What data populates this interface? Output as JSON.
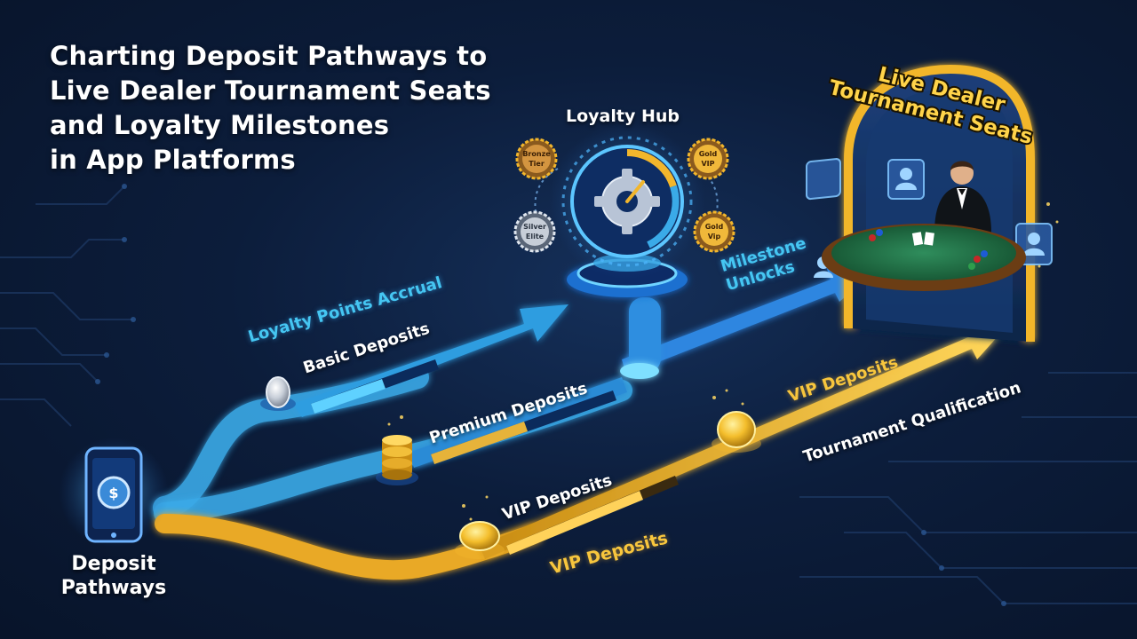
{
  "title_lines": [
    "Charting Deposit Pathways to",
    "Live Dealer Tournament Seats",
    "and Loyalty Milestones",
    "in App Platforms"
  ],
  "source": {
    "label_line1": "Deposit",
    "label_line2": "Pathways"
  },
  "hub": {
    "label": "Loyalty Hub"
  },
  "badges": {
    "bronze": [
      "Bronze",
      "Tier"
    ],
    "gold_top": [
      "Gold",
      "VIP"
    ],
    "silver": [
      "Silver",
      "Elite"
    ],
    "gold_bottom": [
      "Gold",
      "Vip"
    ]
  },
  "destination": {
    "line1": "Live Dealer",
    "line2": "Tournament Seats"
  },
  "path_labels": {
    "loyalty_points": "Loyalty Points Accrual",
    "basic": "Basic Deposits",
    "premium": "Premium Deposits",
    "vip_lower": "VIP Deposits",
    "vip_bottom": "VIP Deposits",
    "vip_upper": "VIP Deposits",
    "milestone_line1": "Milestone",
    "milestone_line2": "Unlocks",
    "tournament_qualification": "Tournament Qualification"
  },
  "colors": {
    "cyan": "#3fb8f0",
    "gold": "#f2b62c",
    "background": "#0c1d3b"
  }
}
